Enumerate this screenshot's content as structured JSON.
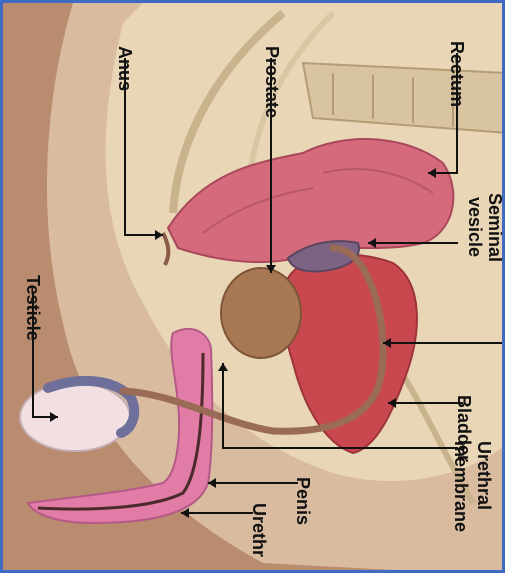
{
  "labels": {
    "rectum": "Rectum",
    "prostate": "Prostate",
    "anus": "Anus",
    "seminal_vesicle_line1": "Seminal",
    "seminal_vesicle_line2": "vesicle",
    "testicle": "Testicle",
    "bladder": "Bladder",
    "urethral_membrane_line1": "Urethral",
    "urethral_membrane_line2": "membrane",
    "penis": "Penis",
    "urethra": "Urethr"
  },
  "colors": {
    "frame_border": "#3f6bc4",
    "skin": "#d7b79a",
    "outer_brown": "#a77c62",
    "bone_cream": "#efe5cc",
    "rectum_pink": "#d46a7b",
    "bladder_red": "#c94850",
    "prostate_brown": "#a87852",
    "spongy_pink": "#e07ca6",
    "testicle_pale": "#f2dfe2",
    "vas_deferens": "#9a6b57",
    "epididymis_blue": "#6f6f9c",
    "leader_lines": "#111111"
  }
}
